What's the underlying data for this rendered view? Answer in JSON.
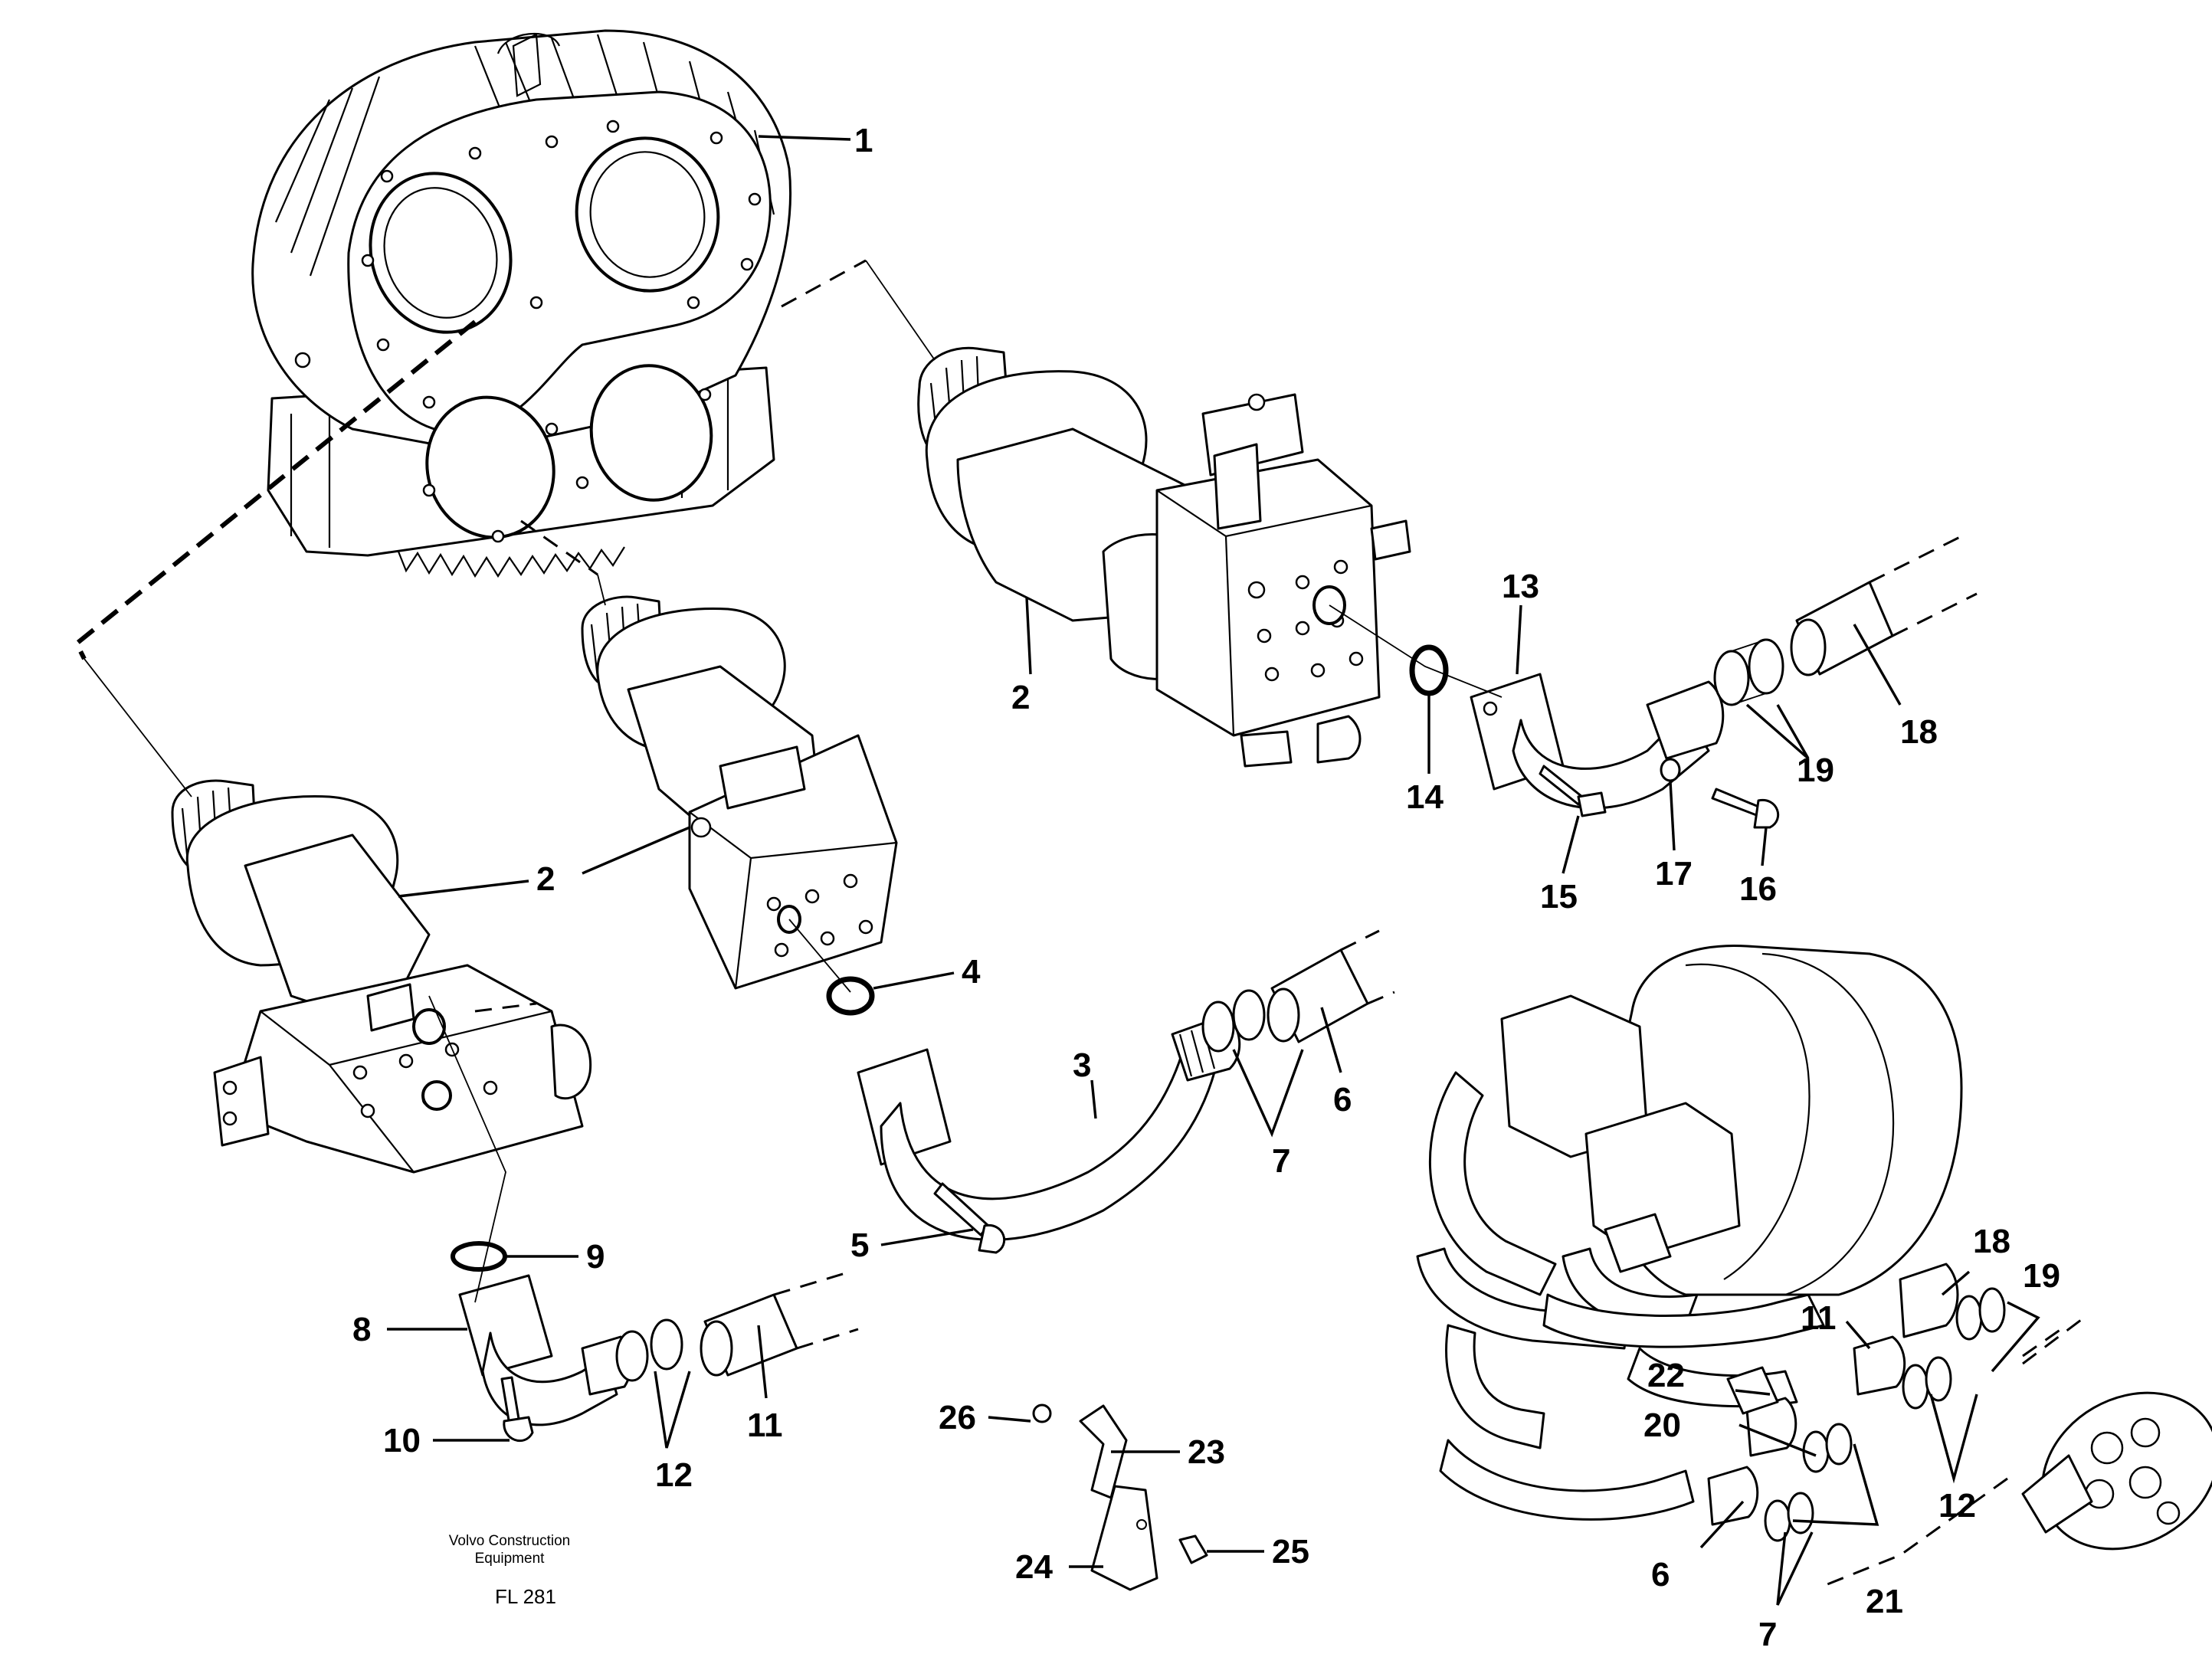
{
  "callouts": {
    "c1": "1",
    "c2a": "2",
    "c2b": "2",
    "c3": "3",
    "c4": "4",
    "c5": "5",
    "c6a": "6",
    "c6b": "6",
    "c7a": "7",
    "c7b": "7",
    "c8": "8",
    "c9": "9",
    "c10": "10",
    "c11a": "11",
    "c11b": "11",
    "c12a": "12",
    "c12b": "12",
    "c13": "13",
    "c14": "14",
    "c15": "15",
    "c16": "16",
    "c17": "17",
    "c18a": "18",
    "c18b": "18",
    "c19a": "19",
    "c19b": "19",
    "c20": "20",
    "c21": "21",
    "c22": "22",
    "c23": "23",
    "c24": "24",
    "c25": "25",
    "c26": "26"
  },
  "footer": {
    "maker_line1": "Volvo Construction",
    "maker_line2": "Equipment",
    "figure_code": "FL 281"
  }
}
